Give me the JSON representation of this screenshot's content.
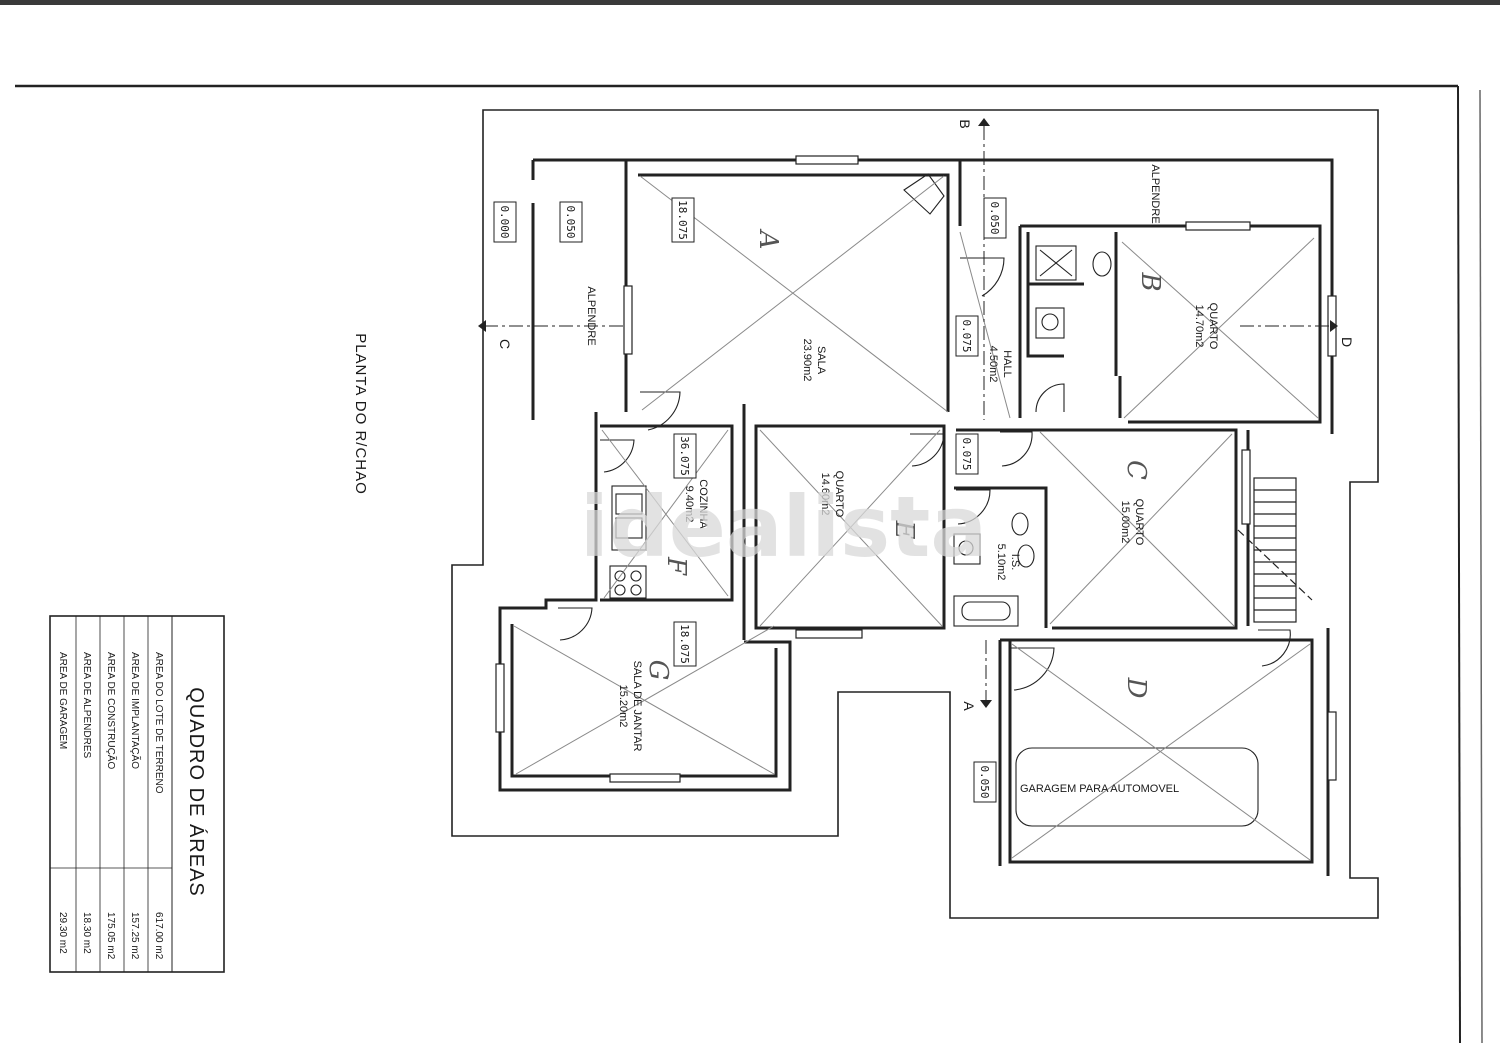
{
  "title": "PLANTA DO R/CHAO",
  "watermark": "idealista",
  "section_markers": {
    "a": "A",
    "b": "B",
    "c": "C",
    "d": "D"
  },
  "rooms": [
    {
      "id": "sala",
      "name": "SALA",
      "area": "23.90m2",
      "letter": "A"
    },
    {
      "id": "hall",
      "name": "HALL",
      "area": "4.50m2"
    },
    {
      "id": "quarto_b",
      "name": "QUARTO",
      "area": "14.70m2",
      "letter": "B"
    },
    {
      "id": "cozinha",
      "name": "COZINHA",
      "area": "9.40m2",
      "letter": "F"
    },
    {
      "id": "quarto_e",
      "name": "QUARTO",
      "area": "14.60m2",
      "letter": "E"
    },
    {
      "id": "is",
      "name": "I.S.",
      "area": "5.10m2"
    },
    {
      "id": "quarto_c",
      "name": "QUARTO",
      "area": "15.00m2",
      "letter": "C"
    },
    {
      "id": "sala_jantar",
      "name": "SALA DE JANTAR",
      "area": "15.20m2",
      "letter": "G"
    },
    {
      "id": "garagem",
      "name": "GARAGEM PARA AUTOMOVEL",
      "letter": "D"
    }
  ],
  "porches": {
    "left": "ALPENDRE",
    "top": "ALPENDRE"
  },
  "levels": [
    "0.000",
    "0.050",
    "18.075",
    "0.050",
    "0.075",
    "36.075",
    "0.075",
    "18.075",
    "0.050"
  ],
  "areas_table": {
    "title": "QUADRO DE ÁREAS",
    "rows": [
      {
        "label": "AREA DO LOTE DE TERRENO",
        "value": "617.00 m2"
      },
      {
        "label": "AREA DE IMPLANTAÇÃO",
        "value": "157.25 m2"
      },
      {
        "label": "AREA DE CONSTRUÇÃO",
        "value": "175.05 m2"
      },
      {
        "label": "AREA DE ALPENDRES",
        "value": "18.30 m2"
      },
      {
        "label": "AREA DE GARAGEM",
        "value": "29.30 m2"
      }
    ]
  }
}
